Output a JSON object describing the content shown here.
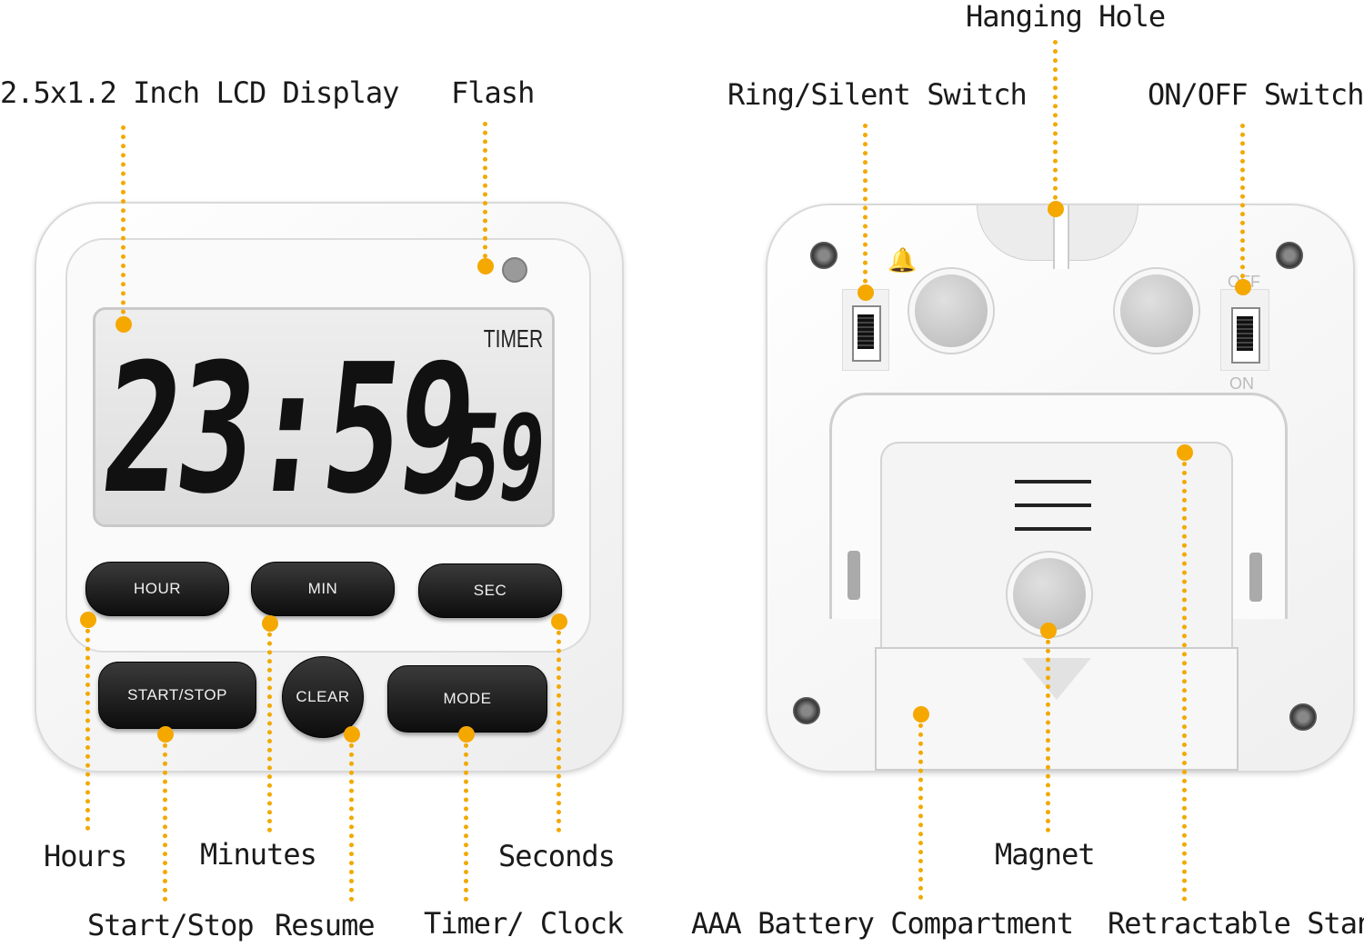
{
  "front": {
    "lcd_mode": "TIMER",
    "lcd_main": "23:59",
    "lcd_seconds": "59",
    "buttons": {
      "hour": "HOUR",
      "min": "MIN",
      "sec": "SEC",
      "start_stop": "START/STOP",
      "clear": "CLEAR",
      "mode": "MODE"
    }
  },
  "callouts": {
    "lcd_display": "2.5x1.2 Inch LCD Display",
    "flash": "Flash",
    "hours": "Hours",
    "minutes": "Minutes",
    "seconds": "Seconds",
    "start_stop": "Start/Stop",
    "resume": "Resume",
    "timer_clock": "Timer/ Clock",
    "hanging_hole": "Hanging Hole",
    "ring_silent": "Ring/Silent Switch",
    "on_off": "ON/OFF Switch",
    "magnet": "Magnet",
    "battery": "AAA Battery Compartment",
    "stand": "Retractable Stand"
  },
  "back": {
    "switch_off": "OFF",
    "switch_on": "ON"
  },
  "accent_color": "#f5a800"
}
